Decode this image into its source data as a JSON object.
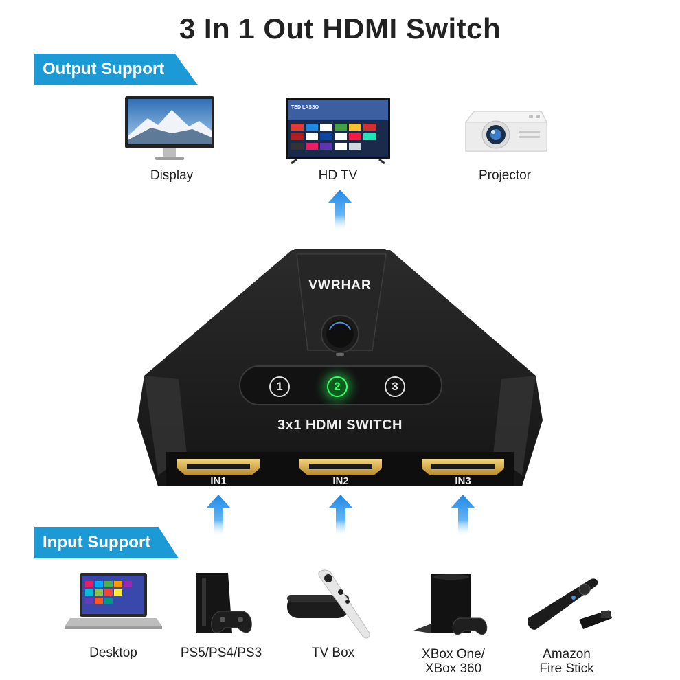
{
  "title": "3 In 1 Out HDMI Switch",
  "output_section": {
    "label": "Output Support",
    "devices": [
      {
        "label": "Display",
        "icon": "monitor-icon"
      },
      {
        "label": "HD TV",
        "icon": "tv-icon"
      },
      {
        "label": "Projector",
        "icon": "projector-icon"
      }
    ]
  },
  "switch": {
    "brand": "VWRHAR",
    "model": "3x1 HDMI SWITCH",
    "indicators": [
      "1",
      "2",
      "3"
    ],
    "active_indicator": "2",
    "ports": [
      "IN1",
      "IN2",
      "IN3"
    ]
  },
  "input_section": {
    "label": "Input Support",
    "devices": [
      {
        "label": "Desktop",
        "icon": "laptop-icon"
      },
      {
        "label": "PS5/PS4/PS3",
        "icon": "game-console-icon"
      },
      {
        "label": "TV Box",
        "icon": "tv-box-icon"
      },
      {
        "label_line1": "XBox One/",
        "label_line2": "XBox 360",
        "icon": "xbox-icon"
      },
      {
        "label_line1": "Amazon",
        "label_line2": "Fire Stick",
        "icon": "fire-stick-icon"
      }
    ]
  },
  "colors": {
    "accent": "#1b9ad6",
    "led_active": "#3dff6a",
    "arrow": "#1e88e5"
  }
}
